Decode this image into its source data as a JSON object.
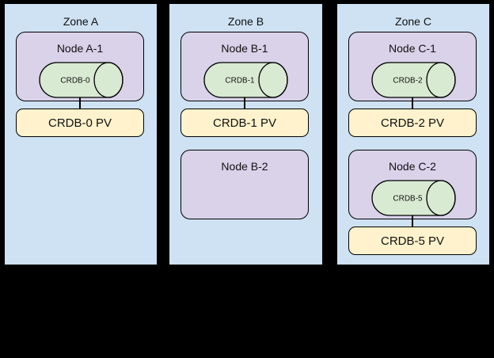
{
  "colors": {
    "zone_fill": "#cfe2f3",
    "node_fill": "#d9d2e9",
    "db_fill": "#d9ead3",
    "pv_fill": "#fff2cc",
    "line": "#000000",
    "background": "#000000",
    "text": "#111111"
  },
  "zones": [
    {
      "label": "Zone A",
      "nodes": [
        {
          "label": "Node A-1",
          "db": "CRDB-0",
          "pv": "CRDB-0 PV"
        }
      ]
    },
    {
      "label": "Zone B",
      "nodes": [
        {
          "label": "Node B-1",
          "db": "CRDB-1",
          "pv": "CRDB-1 PV"
        },
        {
          "label": "Node B-2"
        }
      ]
    },
    {
      "label": "Zone C",
      "nodes": [
        {
          "label": "Node C-1",
          "db": "CRDB-2",
          "pv": "CRDB-2 PV"
        },
        {
          "label": "Node C-2",
          "db": "CRDB-5",
          "pv": "CRDB-5 PV"
        }
      ]
    }
  ]
}
